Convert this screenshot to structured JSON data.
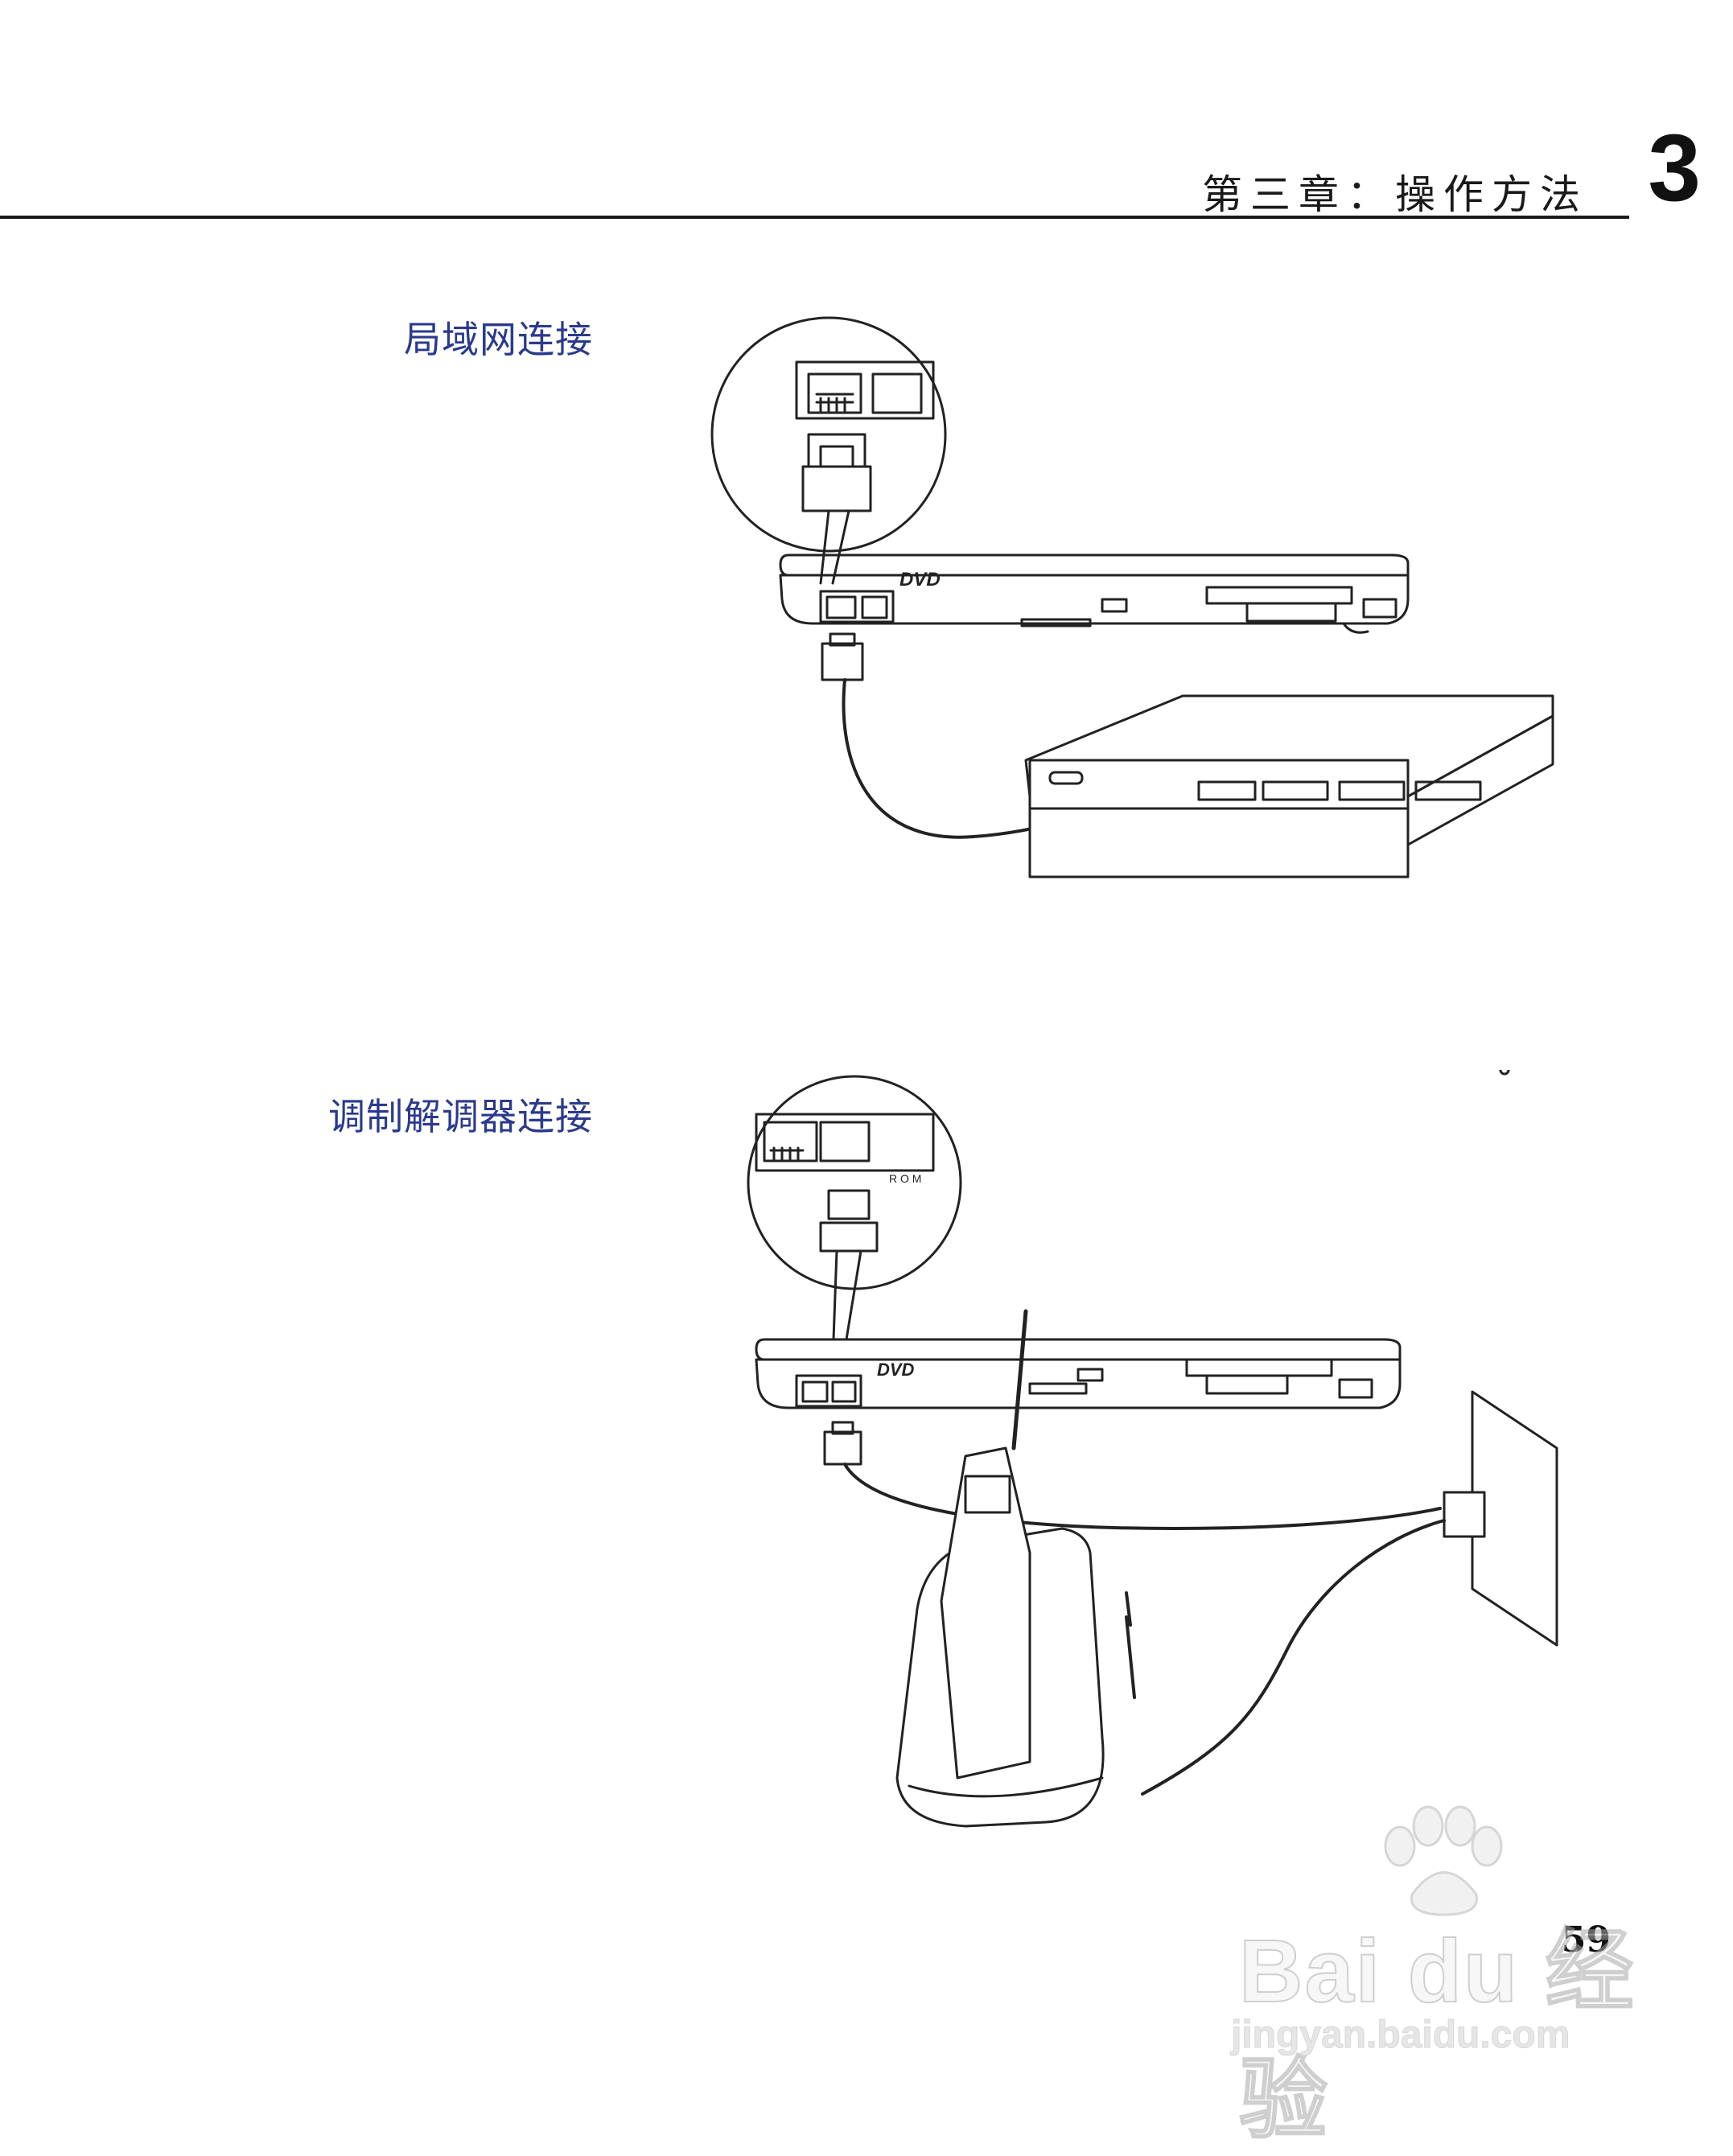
{
  "header": {
    "chapter_title": "第三章：操作方法",
    "chapter_number": "3"
  },
  "sections": [
    {
      "title": "局域网连接"
    },
    {
      "title": "调制解调器连接"
    }
  ],
  "laptop_labels": {
    "dvd_logo": "DVD",
    "dvd_sub": "R O M"
  },
  "page_number": "59",
  "watermark": {
    "brand": "Bai du 经验",
    "url": "jingyan.baidu.com"
  }
}
